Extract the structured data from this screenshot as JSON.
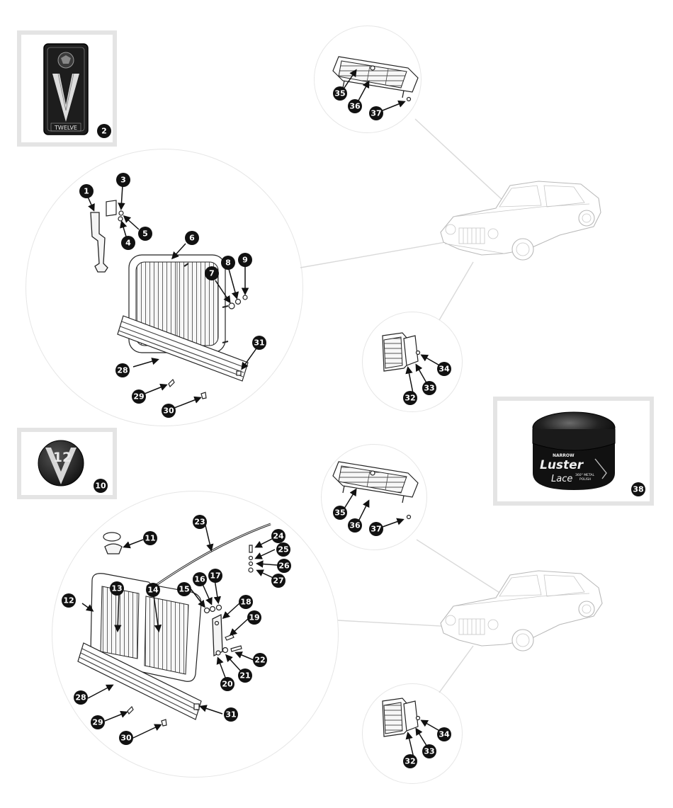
{
  "badge_v_twelve": {
    "text": "TWELVE",
    "callout": "2"
  },
  "badge_v12": {
    "text": "12",
    "callout": "10"
  },
  "polish_jar": {
    "brand_small": "NARROW",
    "brand": "Luster",
    "script": "Lace",
    "sub1": "360° METAL",
    "sub2": "POLISH",
    "callout": "38"
  },
  "upper_grille_callouts": [
    "1",
    "3",
    "4",
    "5",
    "6",
    "7",
    "8",
    "9",
    "28",
    "29",
    "30",
    "31"
  ],
  "lower_grille_callouts": [
    "11",
    "12",
    "13",
    "14",
    "15",
    "16",
    "17",
    "18",
    "19",
    "20",
    "21",
    "22",
    "23",
    "24",
    "25",
    "26",
    "27",
    "28",
    "29",
    "30",
    "31"
  ],
  "upper_vent_callouts": [
    "35",
    "36",
    "37"
  ],
  "upper_side_vent_callouts": [
    "32",
    "33",
    "34"
  ],
  "lower_vent_callouts": [
    "35",
    "36",
    "37"
  ],
  "lower_side_vent_callouts": [
    "32",
    "33",
    "34"
  ]
}
